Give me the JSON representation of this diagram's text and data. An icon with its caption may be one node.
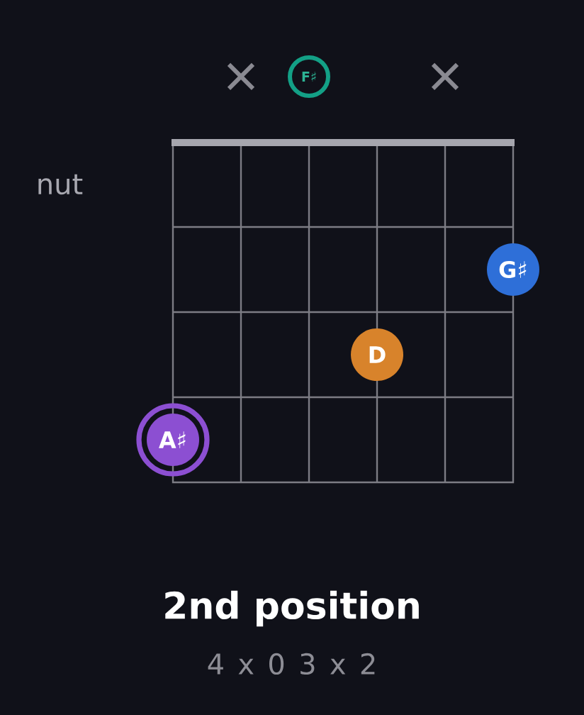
{
  "diagram": {
    "title": "2nd position",
    "nodes": [
      {
        "text": [],
        "shape": "cross"
      },
      {
        "text": [
          "F♯"
        ]
      },
      {
        "text": [],
        "shape": "cross"
      },
      {
        "text": [
          "G♯"
        ]
      },
      {
        "text": [
          "D"
        ]
      },
      {
        "text": [
          "A♯"
        ]
      }
    ],
    "labels": [
      "nut",
      "4 x 0 3 x 2"
    ]
  }
}
